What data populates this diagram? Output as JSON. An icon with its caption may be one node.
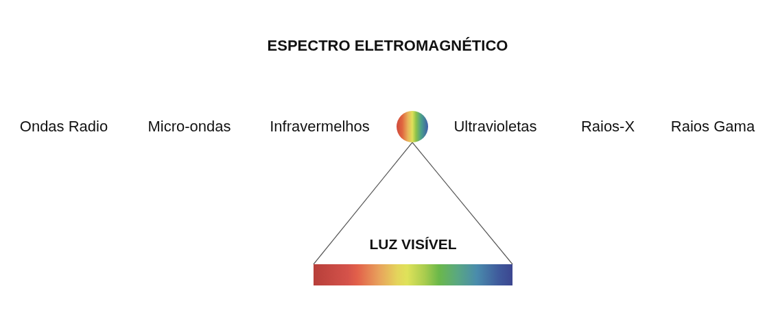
{
  "diagram": {
    "title": "ESPECTRO ELETROMAGNÉTICO",
    "nodes": [
      {
        "text": [],
        "shape": "circle"
      },
      {
        "text": [],
        "shape": "bar",
        "beside": [
          "LUZ VISÍVEL"
        ]
      }
    ],
    "edges": [
      {
        "from": 0,
        "to": 1,
        "arrow": "none"
      },
      {
        "from": 0,
        "to": 1,
        "arrow": "none"
      }
    ],
    "labels": [
      "Ondas Radio",
      "Micro-ondas",
      "Infravermelhos",
      "Ultravioletas",
      "Raios-X",
      "Raios Gama"
    ]
  }
}
